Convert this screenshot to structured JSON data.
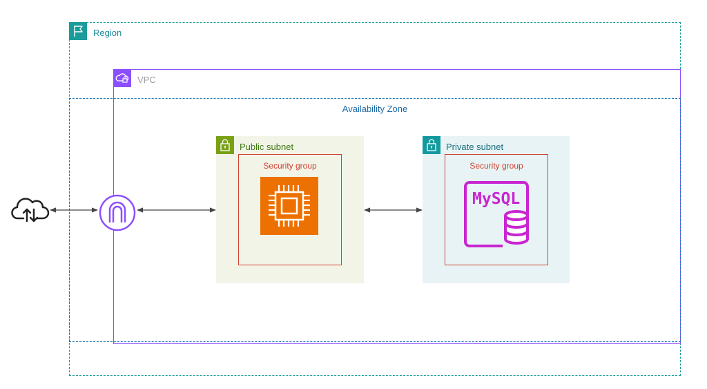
{
  "region": {
    "label": "Region",
    "icon": "flag-icon",
    "color": "#1a9c9a"
  },
  "vpc": {
    "label": "VPC",
    "icon": "cloud-lock-icon",
    "color": "#8c4fff"
  },
  "availability_zone": {
    "label": "Availability Zone",
    "color": "#1f77b4"
  },
  "public_subnet": {
    "label": "Public subnet",
    "icon": "lock-icon",
    "color": "#7aa116",
    "security_group": {
      "label": "Security group",
      "service_icon": "ec2-chip-icon"
    }
  },
  "private_subnet": {
    "label": "Private subnet",
    "icon": "lock-icon",
    "color": "#139a9e",
    "security_group": {
      "label": "Security group",
      "service_icon": "mysql-database-icon",
      "service_text": "MySQL"
    }
  },
  "internet": {
    "icon": "cloud-upload-download-icon"
  },
  "internet_gateway": {
    "icon": "internet-gateway-icon"
  },
  "colors": {
    "security_group": "#d13f2e",
    "ec2": "#ed7100",
    "rds": "#c925d1",
    "arrow": "#444444"
  }
}
